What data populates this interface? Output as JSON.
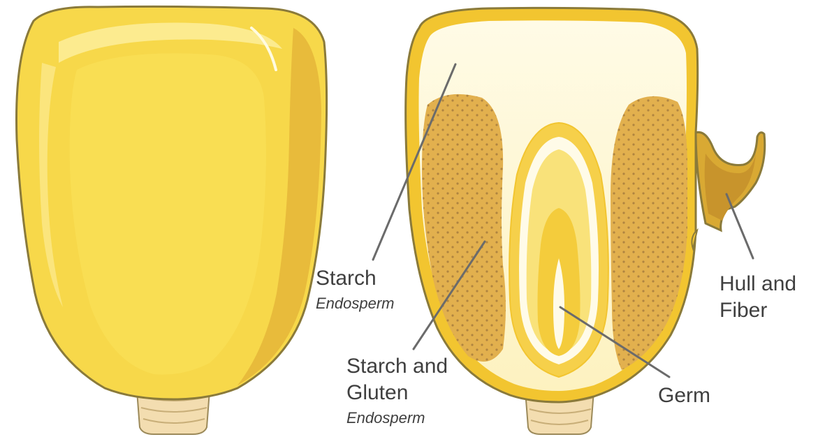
{
  "labels": {
    "starch": {
      "title": "Starch",
      "subtitle": "Endosperm"
    },
    "starch_gluten": {
      "line1": "Starch and",
      "line2": "Gluten",
      "subtitle": "Endosperm"
    },
    "germ": {
      "title": "Germ"
    },
    "hull_fiber": {
      "line1": "Hull and",
      "line2": "Fiber"
    }
  },
  "colors": {
    "kernel_yellow": "#f7d84a",
    "kernel_outline": "#8a7a3a",
    "cut_edge": "#f2c530",
    "starch_fill": "#fdf6cc",
    "gluten_fill": "#e2b04e",
    "germ_inner": "#f4cc3c",
    "tip_fill": "#f3ddb0",
    "leader_line": "#6b6b6b"
  }
}
